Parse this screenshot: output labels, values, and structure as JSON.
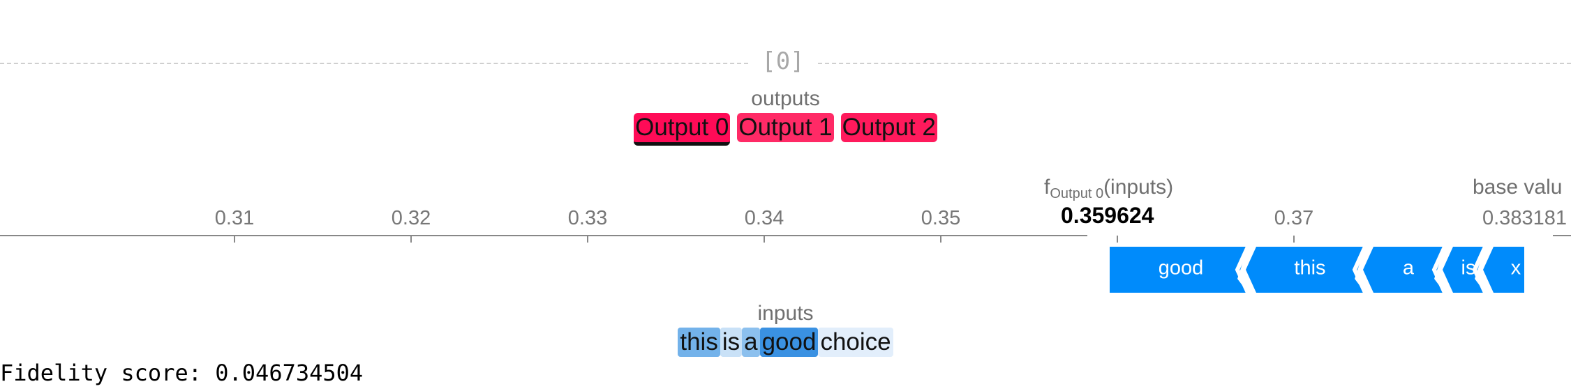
{
  "header": {
    "index_label": "[0]"
  },
  "outputs": {
    "label": "outputs",
    "tokens": [
      {
        "text": "Output 0",
        "selected": true
      },
      {
        "text": "Output 1",
        "selected": false
      },
      {
        "text": "Output 2",
        "selected": false
      }
    ]
  },
  "force_plot": {
    "fx_prefix": "f",
    "fx_subscript": "Output 0",
    "fx_suffix": "(inputs)",
    "fx_value": "0.359624",
    "base_label": "base valu",
    "axis_ticks": [
      "0.31",
      "0.32",
      "0.33",
      "0.34",
      "0.35",
      "0.37",
      "0.383181"
    ],
    "features": [
      {
        "label": "good",
        "shown_label": "good"
      },
      {
        "label": "this",
        "shown_label": "this"
      },
      {
        "label": "a",
        "shown_label": "a"
      },
      {
        "label": "is",
        "shown_label": "is"
      },
      {
        "label": "choice",
        "shown_label": "x"
      }
    ],
    "colors": {
      "negative": "#008bfb",
      "axis": "#888888",
      "tick_text": "#777777"
    }
  },
  "inputs": {
    "label": "inputs",
    "tokens": [
      {
        "text": "this",
        "color": "#73b2ea"
      },
      {
        "text": "is",
        "color": "#c9e1f7"
      },
      {
        "text": "a",
        "color": "#8cc0ee"
      },
      {
        "text": "good",
        "color": "#3a91e2"
      },
      {
        "text": "choice",
        "color": "#e2eefb"
      }
    ]
  },
  "fidelity": {
    "text": "Fidelity score: 0.046734504"
  }
}
